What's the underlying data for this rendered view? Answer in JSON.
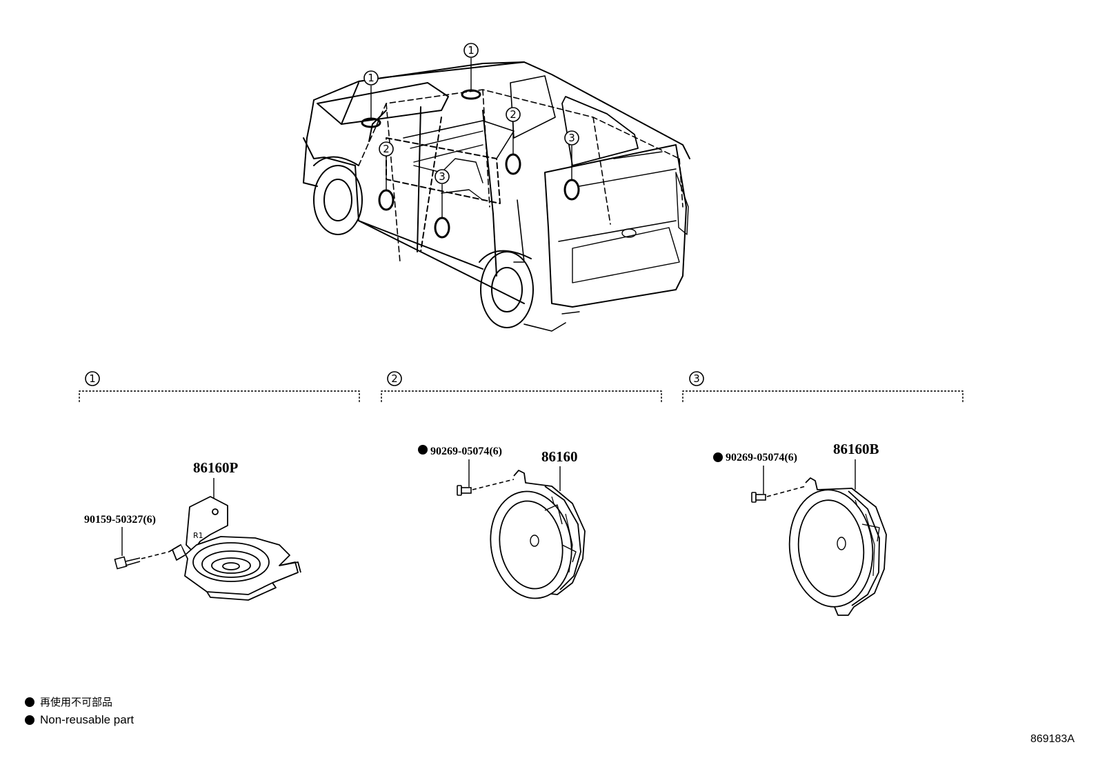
{
  "callouts": {
    "one": "1",
    "two": "2",
    "three": "3"
  },
  "groups": [
    {
      "callout": "1",
      "part_number": "86160P",
      "fastener": "90159-50327(6)",
      "fastener_non_reusable": false
    },
    {
      "callout": "2",
      "part_number": "86160",
      "fastener": "90269-05074(6)",
      "fastener_non_reusable": true
    },
    {
      "callout": "3",
      "part_number": "86160B",
      "fastener": "90269-05074(6)",
      "fastener_non_reusable": true
    }
  ],
  "legend": {
    "non_reusable_jp": "再使用不可部品",
    "non_reusable_en": "Non-reusable part"
  },
  "diagram_id": "869183A"
}
